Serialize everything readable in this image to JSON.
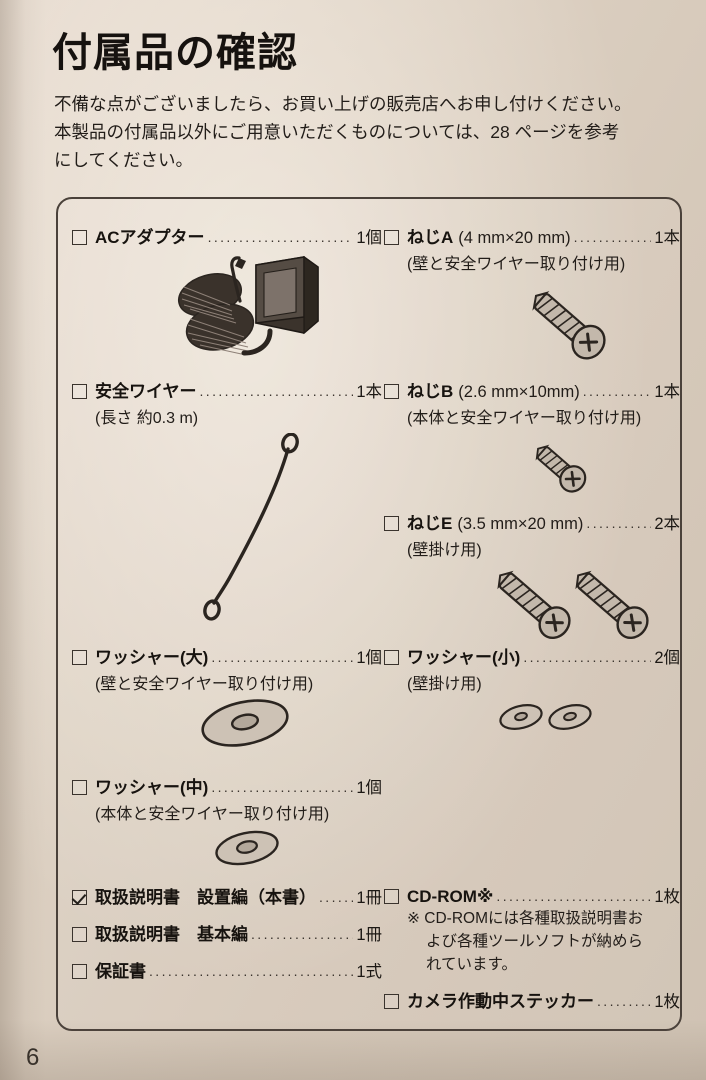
{
  "page": {
    "title": "付属品の確認",
    "page_number": "6",
    "intro_lines": [
      "不備な点がございましたら、お買い上げの販売店へお申し付けください。",
      "本製品の付属品以外にご用意いただくものについては、28 ページを参考",
      "にしてください。"
    ]
  },
  "checklist": {
    "dots": "........................................................",
    "left_column": [
      {
        "checked": false,
        "name": "ACアダプター",
        "size": "",
        "qty": "1個",
        "sub": "",
        "icon": "ac-adapter-illustration"
      },
      {
        "checked": false,
        "name": "安全ワイヤー",
        "size": "",
        "qty": "1本",
        "sub": "(長さ 約0.3 m)",
        "icon": "safety-wire-illustration"
      },
      {
        "checked": false,
        "name": "ワッシャー(大)",
        "size": "",
        "qty": "1個",
        "sub": "(壁と安全ワイヤー取り付け用)",
        "icon": "washer-large-illustration"
      },
      {
        "checked": false,
        "name": "ワッシャー(中)",
        "size": "",
        "qty": "1個",
        "sub": "(本体と安全ワイヤー取り付け用)",
        "icon": "washer-medium-illustration"
      },
      {
        "checked": true,
        "name": "取扱説明書　設置編（本書）",
        "size": "",
        "qty": "1冊",
        "sub": "",
        "icon": ""
      },
      {
        "checked": false,
        "name": "取扱説明書　基本編",
        "size": "",
        "qty": "1冊",
        "sub": "",
        "icon": ""
      },
      {
        "checked": false,
        "name": "保証書",
        "size": "",
        "qty": "1式",
        "sub": "",
        "icon": ""
      }
    ],
    "right_column": [
      {
        "checked": false,
        "name": "ねじA",
        "size": "(4 mm×20 mm)",
        "qty": "1本",
        "sub": "(壁と安全ワイヤー取り付け用)",
        "icon": "screw-a-illustration"
      },
      {
        "checked": false,
        "name": "ねじB",
        "size": "(2.6 mm×10mm)",
        "qty": "1本",
        "sub": "(本体と安全ワイヤー取り付け用)",
        "icon": "screw-b-illustration"
      },
      {
        "checked": false,
        "name": "ねじE",
        "size": "(3.5 mm×20 mm)",
        "qty": "2本",
        "sub": "(壁掛け用)",
        "icon": "screw-e-illustration"
      },
      {
        "checked": false,
        "name": "ワッシャー(小)",
        "size": "",
        "qty": "2個",
        "sub": "(壁掛け用)",
        "icon": "washer-small-illustration"
      },
      {
        "checked": false,
        "name": "CD-ROM※",
        "size": "",
        "qty": "1枚",
        "sub": "",
        "note_line1": "※ CD-ROMには各種取扱説明書お",
        "note_line2": "よび各種ツールソフトが納めら",
        "note_line3": "れています。",
        "icon": ""
      },
      {
        "checked": false,
        "name": "カメラ作動中ステッカー",
        "size": "",
        "qty": "1枚",
        "sub": "",
        "icon": ""
      }
    ]
  },
  "colors": {
    "paper": "#ded2c4",
    "ink": "#241f1b",
    "border": "#4a413a",
    "illustration_dark": "#2b2520",
    "illustration_fill": "#b3a99e"
  }
}
